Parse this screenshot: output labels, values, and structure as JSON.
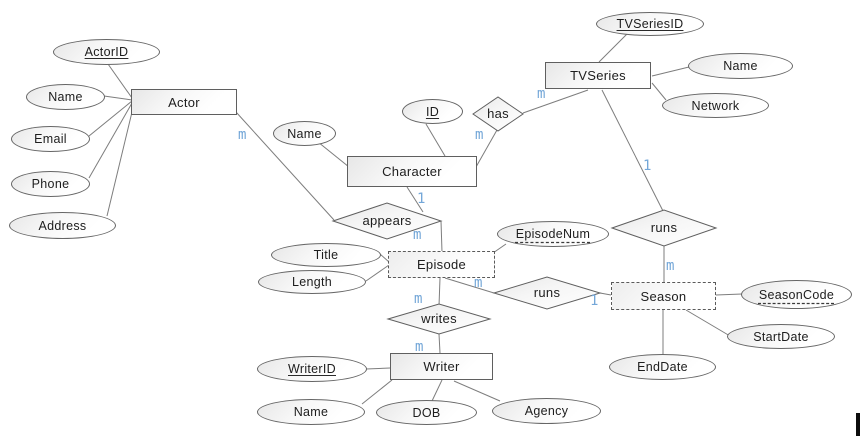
{
  "diagram": {
    "kind": "entity-relationship-diagram",
    "subject": "TV series database",
    "colors": {
      "background": "#ffffff",
      "shape_border": "#5f5f5f",
      "shape_fill_gradient_start": "#e7e7e7",
      "shape_fill_gradient_end": "#ffffff",
      "connector": "#7d7d7d",
      "cardinality_text": "#74a7d8",
      "label_text": "#1d1d1d"
    }
  },
  "entities": {
    "actor": {
      "label": "Actor",
      "type": "strong"
    },
    "character": {
      "label": "Character",
      "type": "strong"
    },
    "tvseries": {
      "label": "TVSeries",
      "type": "strong"
    },
    "episode": {
      "label": "Episode",
      "type": "weak"
    },
    "season": {
      "label": "Season",
      "type": "weak"
    },
    "writer": {
      "label": "Writer",
      "type": "strong"
    }
  },
  "attributes": {
    "actor_id": {
      "label": "ActorID",
      "entity": "Actor",
      "key": "primary"
    },
    "actor_name": {
      "label": "Name",
      "entity": "Actor"
    },
    "actor_email": {
      "label": "Email",
      "entity": "Actor"
    },
    "actor_phone": {
      "label": "Phone",
      "entity": "Actor"
    },
    "actor_address": {
      "label": "Address",
      "entity": "Actor"
    },
    "character_name": {
      "label": "Name",
      "entity": "Character"
    },
    "character_id": {
      "label": "ID",
      "entity": "Character",
      "key": "primary"
    },
    "tvseries_id": {
      "label": "TVSeriesID",
      "entity": "TVSeries",
      "key": "primary"
    },
    "tvseries_name": {
      "label": "Name",
      "entity": "TVSeries"
    },
    "tvseries_network": {
      "label": "Network",
      "entity": "TVSeries"
    },
    "episode_title": {
      "label": "Title",
      "entity": "Episode"
    },
    "episode_length": {
      "label": "Length",
      "entity": "Episode"
    },
    "episode_num": {
      "label": "EpisodeNum",
      "entity": "Episode",
      "key": "partial"
    },
    "season_code": {
      "label": "SeasonCode",
      "entity": "Season",
      "key": "partial"
    },
    "season_startdate": {
      "label": "StartDate",
      "entity": "Season"
    },
    "season_enddate": {
      "label": "EndDate",
      "entity": "Season"
    },
    "writer_id": {
      "label": "WriterID",
      "entity": "Writer",
      "key": "primary"
    },
    "writer_name": {
      "label": "Name",
      "entity": "Writer"
    },
    "writer_dob": {
      "label": "DOB",
      "entity": "Writer"
    },
    "writer_agency": {
      "label": "Agency",
      "entity": "Writer"
    }
  },
  "relationships": {
    "has": {
      "label": "has",
      "between": [
        "Character",
        "TVSeries"
      ]
    },
    "appears": {
      "label": "appears",
      "between": [
        "Actor",
        "Character",
        "Episode"
      ]
    },
    "runs_series": {
      "label": "runs",
      "between": [
        "TVSeries",
        "Season"
      ]
    },
    "runs_episode": {
      "label": "runs",
      "between": [
        "Episode",
        "Season"
      ]
    },
    "writes": {
      "label": "writes",
      "between": [
        "Episode",
        "Writer"
      ]
    }
  },
  "cardinalities": {
    "appears_actor_side": "m",
    "appears_character_side": "1",
    "appears_episode_side": "m",
    "has_character_side": "m",
    "has_tvseries_side": "m",
    "runs_tvseries_side": "1",
    "runs_season_side": "m",
    "runs2_episode_side": "m",
    "runs2_season_side": "1",
    "writes_episode_side": "m",
    "writes_writer_side": "m"
  }
}
